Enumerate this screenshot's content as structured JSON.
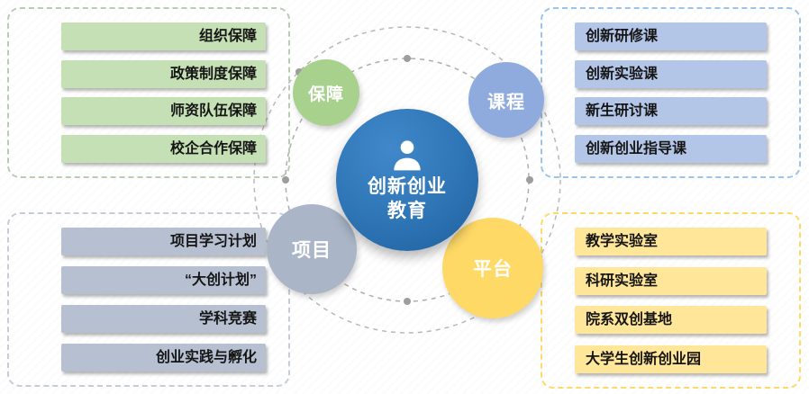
{
  "palette": {
    "center_blue": "#2e75b6",
    "node_baozhang_green": "#a9d18e",
    "node_kecheng_blue": "#8faadc",
    "node_xiangmu_gray": "#aab6c8",
    "node_pingtai_yellow": "#ffd966",
    "box_green": "#c5e0b4",
    "box_blue": "#b4c6e7",
    "box_gray": "#b6c0d1",
    "box_yellow": "#ffe699"
  },
  "center": {
    "line1": "创新创业",
    "line2": "教育",
    "icon": "person-icon"
  },
  "nodes": {
    "baozhang": {
      "label": "保障"
    },
    "kecheng": {
      "label": "课程"
    },
    "xiangmu": {
      "label": "项目"
    },
    "pingtai": {
      "label": "平台"
    }
  },
  "groups": {
    "baozhang": {
      "items": [
        "组织保障",
        "政策制度保障",
        "师资队伍保障",
        "校企合作保障"
      ]
    },
    "kecheng": {
      "items": [
        "创新研修课",
        "创新实验课",
        "新生研讨课",
        "创新创业指导课"
      ]
    },
    "xiangmu": {
      "items": [
        "项目学习计划",
        "“大创计划”",
        "学科竞赛",
        "创业实践与孵化"
      ]
    },
    "pingtai": {
      "items": [
        "教学实验室",
        "科研实验室",
        "院系双创基地",
        "大学生创新创业园"
      ]
    }
  }
}
